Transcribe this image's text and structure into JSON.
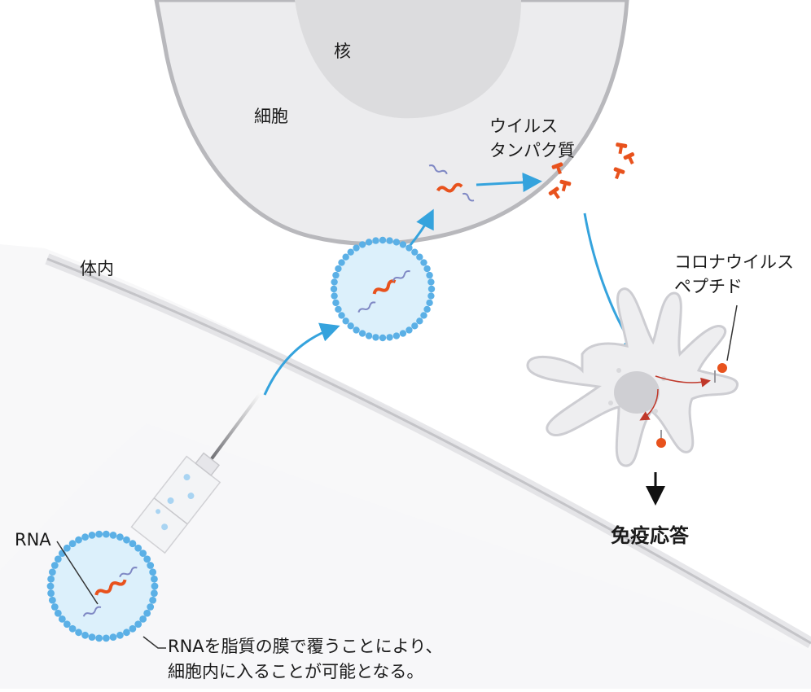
{
  "labels": {
    "nucleus": "核",
    "cell": "細胞",
    "body": "体内",
    "viral_protein_line1": "ウイルス",
    "viral_protein_line2": "タンパク質",
    "corona_peptide_line1": "コロナウイルス",
    "corona_peptide_line2": "ペプチド",
    "immune_response": "免疫応答",
    "rna": "RNA",
    "lipid_caption_line1": "RNAを脂質の膜で覆うことにより、",
    "lipid_caption_line2": "細胞内に入ることが可能となる。"
  },
  "colors": {
    "cell_fill": "#ececee",
    "cell_border": "#b8b8bc",
    "nucleus_fill": "#dcdcde",
    "lipid_bead": "#5bb0e6",
    "lipid_fill": "#dcf0fb",
    "rna_orange": "#e8521d",
    "rna_purple": "#7f88c4",
    "arrow_blue": "#35a3dd",
    "arrow_red": "#c0382a",
    "body_line": "#c4c4c8"
  },
  "icons": [
    "syringe-icon",
    "lipid-nanoparticle-icon",
    "dendritic-cell-icon",
    "protein-icon",
    "arrow-icon"
  ]
}
